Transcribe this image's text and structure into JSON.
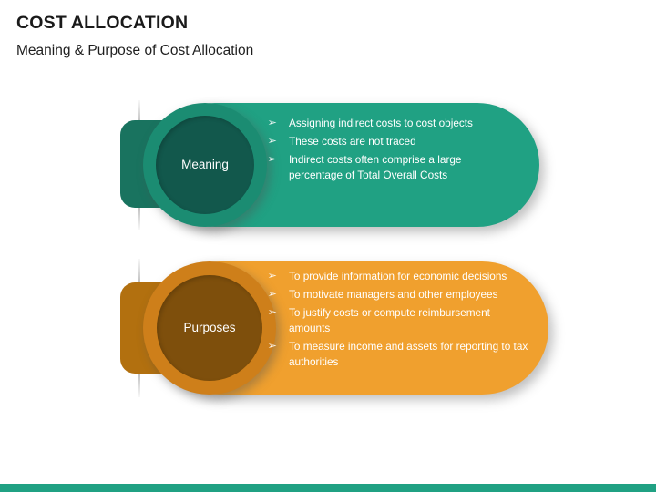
{
  "header": {
    "title": "COST ALLOCATION",
    "subtitle": "Meaning & Purpose of Cost Allocation"
  },
  "colors": {
    "teal_pill": "#20A183",
    "teal_ring": "#1B8C72",
    "teal_dark": "#12584C",
    "teal_tab": "#19735F",
    "orange_pill": "#F0A02E",
    "orange_ring": "#CE7F1A",
    "brown_dark": "#7E4F0C",
    "orange_tab": "#B2700F",
    "bottom_bar": "#20A183",
    "text_light": "#FFFFFF",
    "title_text": "#1A1A1A"
  },
  "bullet_marker": "➢",
  "rows": [
    {
      "key": "meaning",
      "label": "Meaning",
      "bullets": [
        "Assigning indirect costs to cost objects",
        "These costs are not traced",
        "Indirect costs often comprise a large percentage of Total Overall Costs"
      ]
    },
    {
      "key": "purposes",
      "label": "Purposes",
      "bullets": [
        "To provide information for economic decisions",
        "To motivate managers and other employees",
        "To justify costs or compute reimbursement amounts",
        "To measure income and assets for reporting to tax authorities"
      ]
    }
  ]
}
